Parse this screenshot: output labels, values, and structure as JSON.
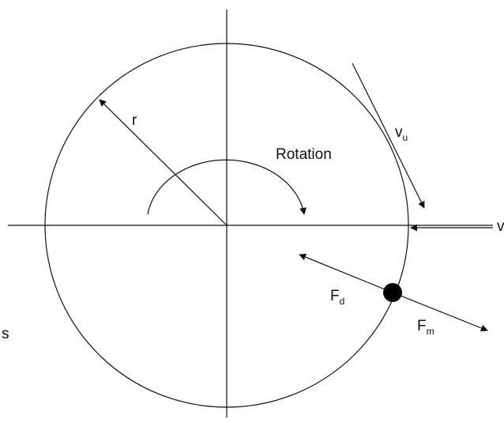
{
  "labels": {
    "radius": "r",
    "rotation": "Rotation",
    "v_u": {
      "main": "v",
      "sub": "u"
    },
    "v_right": "v",
    "f_d": {
      "main": "F",
      "sub": "d"
    },
    "f_m": {
      "main": "F",
      "sub": "m"
    },
    "s": "s"
  },
  "colors": {
    "line": "#111111",
    "background": "#ffffff"
  }
}
